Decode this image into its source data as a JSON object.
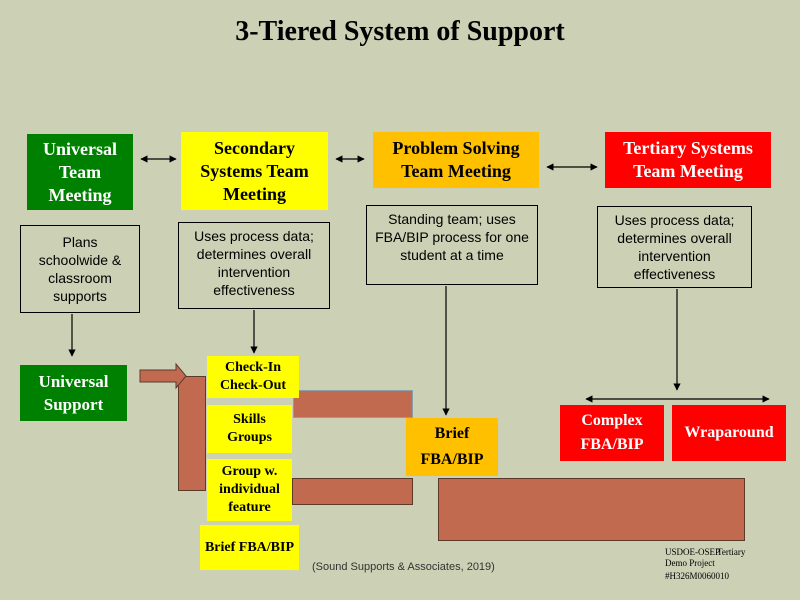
{
  "title": "3-Tiered System of Support",
  "teams": {
    "universal": "Universal Team Meeting",
    "secondary": "Secondary Systems Team Meeting",
    "problem_solving": "Problem Solving Team Meeting",
    "tertiary": "Tertiary Systems Team Meeting"
  },
  "descriptions": {
    "universal": "Plans schoolwide & classroom supports",
    "secondary": "Uses process data; determines overall intervention effectiveness",
    "problem_solving": "Standing team; uses FBA/BIP process for one student at a time",
    "tertiary": "Uses process data; determines overall intervention effectiveness"
  },
  "supports": {
    "universal": "Universal Support",
    "secondary_items": [
      "Check-In Check-Out",
      "Skills Groups",
      "Group w. individual feature",
      "Brief FBA/BIP"
    ],
    "problem_solving_brief": [
      "Brief",
      "FBA/BIP"
    ],
    "tertiary_items": [
      "Complex FBA/BIP",
      "Wraparound"
    ]
  },
  "credit": "(Sound Supports & Associates, 2019)",
  "project": {
    "line1": "USDOE-OSEP",
    "line1b": "Tertiary",
    "line2": "Demo Project",
    "line3": "#H326M0060010"
  },
  "colors": {
    "background": "#ccd0b4",
    "universal": "#008000",
    "secondary": "#ffff00",
    "problem_solving": "#ffc000",
    "tertiary": "#ff0000",
    "connector": "#c26a50"
  }
}
